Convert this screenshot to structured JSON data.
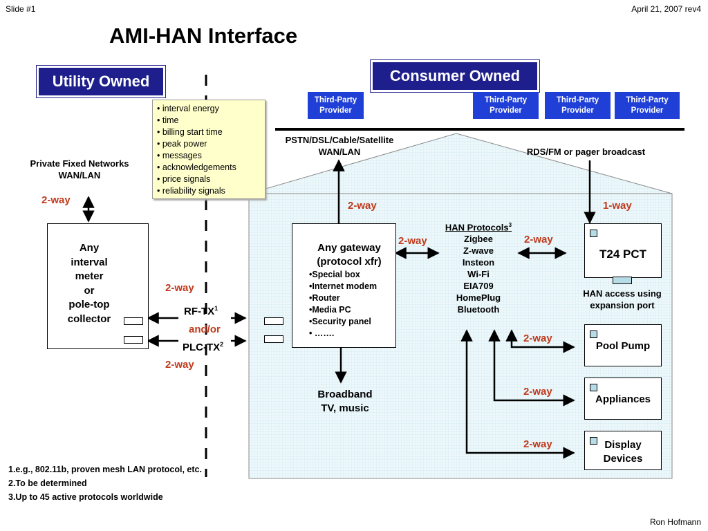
{
  "header": {
    "slide": "Slide #1",
    "date": "April 21, 2007 rev4",
    "title": "AMI-HAN Interface"
  },
  "utility_owned": "Utility Owned",
  "consumer_owned": "Consumer Owned",
  "providers": [
    {
      "line1": "Third-Party",
      "line2": "Provider"
    },
    {
      "line1": "Third-Party",
      "line2": "Provider"
    },
    {
      "line1": "Third-Party",
      "line2": "Provider"
    },
    {
      "line1": "Third-Party",
      "line2": "Provider"
    }
  ],
  "signals": [
    "• interval energy",
    "• time",
    "• billing start time",
    "• peak power",
    "• messages",
    "• acknowledgements",
    "• price signals",
    "• reliability signals"
  ],
  "wan": {
    "line1": "PSTN/DSL/Cable/Satellite",
    "line2": "WAN/LAN"
  },
  "rds": "RDS/FM or pager broadcast",
  "private_networks": {
    "line1": "Private Fixed Networks",
    "line2": "WAN/LAN"
  },
  "labels": {
    "two_way": "2-way",
    "one_way": "1-way",
    "and_or": "and/or"
  },
  "meter": [
    "Any",
    "interval",
    "meter",
    "or",
    "pole-top",
    "collector"
  ],
  "rf_tx": {
    "text": "RF-TX",
    "sup": "1"
  },
  "plc_tx": {
    "text": "PLC-TX",
    "sup": "2"
  },
  "gateway": {
    "line1": "Any gateway",
    "line2": "(protocol xfr)",
    "items": [
      "•Special box",
      "•Internet modem",
      "•Router",
      "•Media PC",
      "•Security panel",
      "• ……."
    ]
  },
  "protocols": {
    "title": "HAN Protocols",
    "sup": "3",
    "items": [
      "Zigbee",
      "Z-wave",
      "Insteon",
      "Wi-Fi",
      "EIA709",
      "HomePlug",
      "Bluetooth"
    ]
  },
  "t24": "T24 PCT",
  "han_access": {
    "line1": "HAN access using",
    "line2": "expansion port"
  },
  "devices": {
    "pool": "Pool Pump",
    "appliances": "Appliances",
    "display1": "Display",
    "display2": "Devices"
  },
  "broadband": {
    "line1": "Broadband",
    "line2": "TV, music"
  },
  "footnotes": [
    "1.e.g., 802.11b, proven mesh LAN protocol, etc.",
    "2.To be determined",
    "3.Up to 45 active protocols worldwide"
  ],
  "author": "Ron Hofmann"
}
